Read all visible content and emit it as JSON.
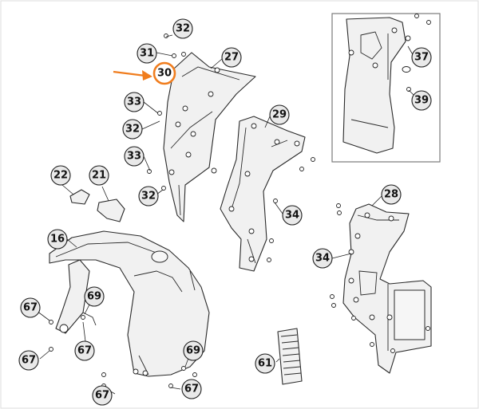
{
  "diagram": {
    "highlight_color": "#f07d1e",
    "callouts": [
      {
        "id": "c32a",
        "label": "32"
      },
      {
        "id": "c31",
        "label": "31"
      },
      {
        "id": "c30",
        "label": "30",
        "highlighted": true
      },
      {
        "id": "c27",
        "label": "27"
      },
      {
        "id": "c33a",
        "label": "33"
      },
      {
        "id": "c32b",
        "label": "32"
      },
      {
        "id": "c33b",
        "label": "33"
      },
      {
        "id": "c32c",
        "label": "32"
      },
      {
        "id": "c29",
        "label": "29"
      },
      {
        "id": "c34a",
        "label": "34"
      },
      {
        "id": "c22",
        "label": "22"
      },
      {
        "id": "c21",
        "label": "21"
      },
      {
        "id": "c16",
        "label": "16"
      },
      {
        "id": "c69a",
        "label": "69"
      },
      {
        "id": "c67a",
        "label": "67"
      },
      {
        "id": "c67b",
        "label": "67"
      },
      {
        "id": "c67c",
        "label": "67"
      },
      {
        "id": "c69b",
        "label": "69"
      },
      {
        "id": "c67d",
        "label": "67"
      },
      {
        "id": "c67e",
        "label": "67"
      },
      {
        "id": "c61",
        "label": "61"
      },
      {
        "id": "c28",
        "label": "28"
      },
      {
        "id": "c34b",
        "label": "34"
      },
      {
        "id": "c37",
        "label": "37"
      },
      {
        "id": "c39",
        "label": "39"
      }
    ]
  }
}
